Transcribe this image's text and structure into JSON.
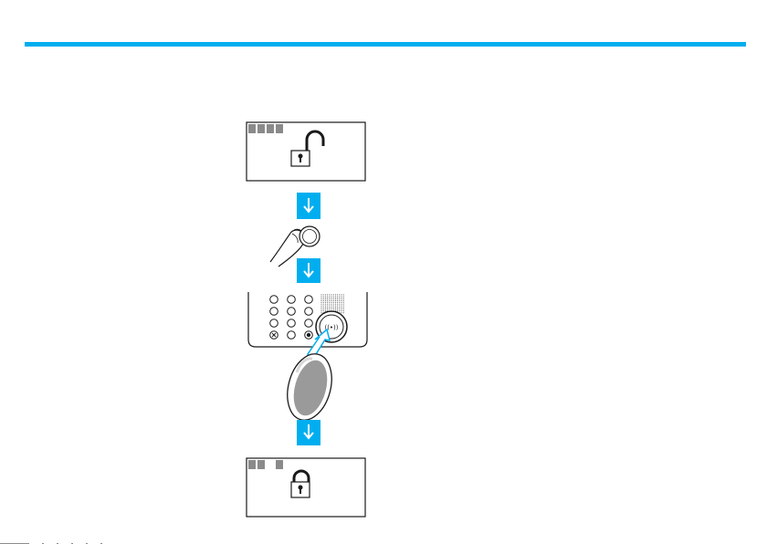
{
  "colors": {
    "accent": "#00aeef",
    "outline": "#1a1a1a",
    "status_block": "#8a8a8a",
    "tag_body": "#9a9a9a"
  },
  "steps": [
    {
      "name": "display-unlocked",
      "icon": "unlocked-padlock-icon",
      "status_blocks": [
        true,
        true,
        true,
        true
      ]
    },
    {
      "name": "press-button",
      "icon": "finger-press-icon"
    },
    {
      "name": "present-tag-to-reader",
      "icon": "keypad-reader-icon"
    },
    {
      "name": "badge-tag",
      "icon": "key-fob-tag-icon"
    },
    {
      "name": "display-locked",
      "icon": "locked-padlock-icon",
      "status_blocks": [
        true,
        true,
        false,
        true
      ]
    }
  ],
  "keypad": {
    "rows": 4,
    "cols": 3,
    "special_keys": [
      "cancel-icon",
      "",
      "confirm-icon"
    ],
    "rfid_symbol": "((•))"
  }
}
